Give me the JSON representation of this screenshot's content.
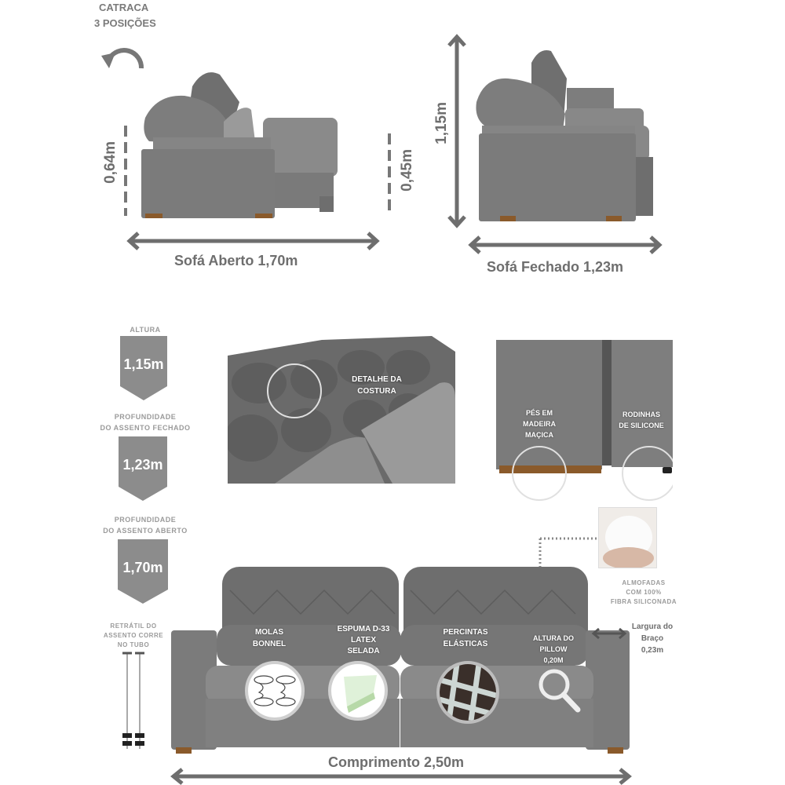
{
  "top": {
    "recline_label_line1": "CATRACA",
    "recline_label_line2": "3 POSIÇÕES",
    "open_view": {
      "seat_height": "0,64m",
      "seat_to_floor": "0,45m",
      "width_label": "Sofá Aberto 1,70m"
    },
    "closed_view": {
      "height": "1,15m",
      "width_label": "Sofá Fechado 1,23m"
    }
  },
  "specs": [
    {
      "title": "ALTURA",
      "value": "1,15m"
    },
    {
      "title_line1": "PROFUNDIDADE",
      "title_line2": "DO ASSENTO FECHADO",
      "value": "1,23m"
    },
    {
      "title_line1": "PROFUNDIDADE",
      "title_line2": "DO ASSENTO ABERTO",
      "value": "1,70m"
    }
  ],
  "rail": {
    "line1": "RETRÁTIL DO",
    "line2": "ASSENTO CORRE",
    "line3": "NO TUBO"
  },
  "detail_stitch": {
    "line1": "DETALHE DA",
    "line2": "COSTURA"
  },
  "detail_feet": {
    "feet_line1": "PÉS EM",
    "feet_line2": "MADEIRA",
    "feet_line3": "MAÇICA",
    "wheels_line1": "RODINHAS",
    "wheels_line2": "DE SILICONE"
  },
  "cushion": {
    "line1": "ALMOFADAS",
    "line2": "COM 100%",
    "line3": "FIBRA SILICONADA"
  },
  "arm": {
    "line1": "Largura do",
    "line2": "Braço",
    "line3": "0,23m"
  },
  "features": [
    {
      "line1": "MOLAS",
      "line2": "BONNEL",
      "icon": "springs-icon"
    },
    {
      "line1": "ESPUMA D-33",
      "line2": "LATEX",
      "line3": "SELADA",
      "icon": "foam-icon"
    },
    {
      "line1": "PERCINTAS",
      "line2": "ELÁSTICAS",
      "icon": "webbing-icon"
    },
    {
      "line1": "ALTURA DO",
      "line2": "PILLOW",
      "line3": "0,20M",
      "icon": "magnifier-icon"
    }
  ],
  "length_label": "Comprimento 2,50m",
  "colors": {
    "sofa": "#7b7b7b",
    "sofa_dark": "#5f5f5f",
    "banner": "#8c8c8c",
    "arrow": "#6e6e6e",
    "wood": "#8a5a2b",
    "foam": "#cfe8c6"
  }
}
